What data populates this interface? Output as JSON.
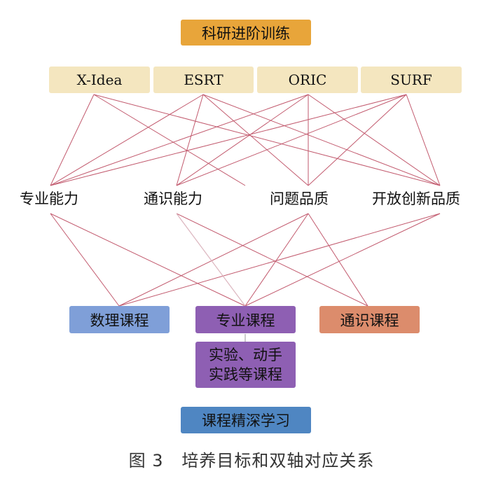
{
  "top": {
    "title": "科研进阶训练"
  },
  "programs": [
    {
      "label": "X-Idea"
    },
    {
      "label": "ESRT"
    },
    {
      "label": "ORIC"
    },
    {
      "label": "SURF"
    }
  ],
  "abilities": [
    {
      "label": "专业能力"
    },
    {
      "label": "通识能力"
    },
    {
      "label": "问题品质"
    },
    {
      "label": "开放创新品质"
    }
  ],
  "courses": [
    {
      "label": "数理课程"
    },
    {
      "label": "专业课程"
    },
    {
      "label": "通识课程"
    }
  ],
  "practice": {
    "line1": "实验、动手",
    "line2": "实践等课程"
  },
  "bottom": {
    "title": "课程精深学习"
  },
  "caption": "图 3   培养目标和双轴对应关系",
  "colors": {
    "top_box": "#e8a53a",
    "program_box": "#f4e6bf",
    "math_box": "#7f9fd8",
    "major_box": "#8e5fb3",
    "general_box": "#dc8c6c",
    "bottom_box": "#4f86c2",
    "link_line": "#c25a6e"
  }
}
